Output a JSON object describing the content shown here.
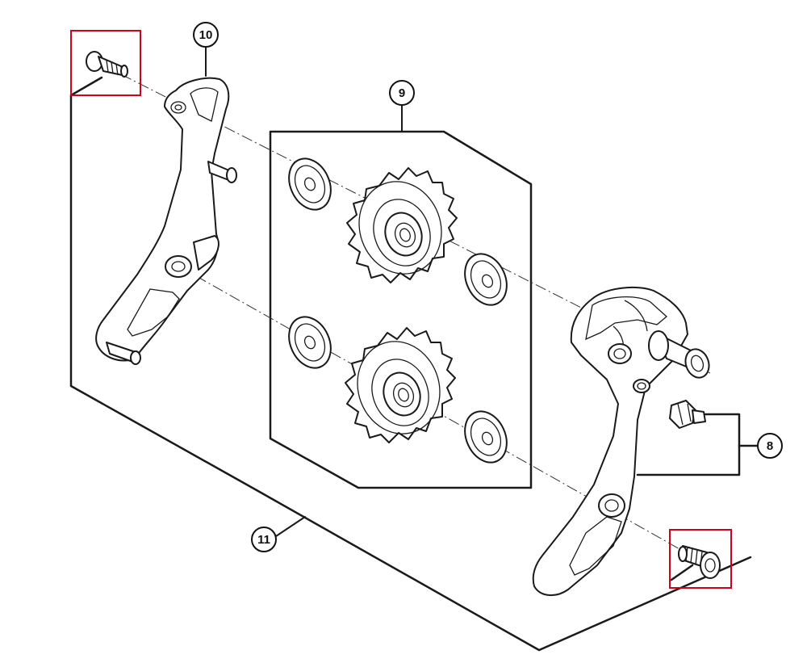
{
  "callouts": [
    {
      "id": "8",
      "label": "8"
    },
    {
      "id": "9",
      "label": "9"
    },
    {
      "id": "10",
      "label": "10"
    },
    {
      "id": "11",
      "label": "11"
    }
  ],
  "highlight_color": "#d0021b",
  "line_color": "#1a1a1a"
}
